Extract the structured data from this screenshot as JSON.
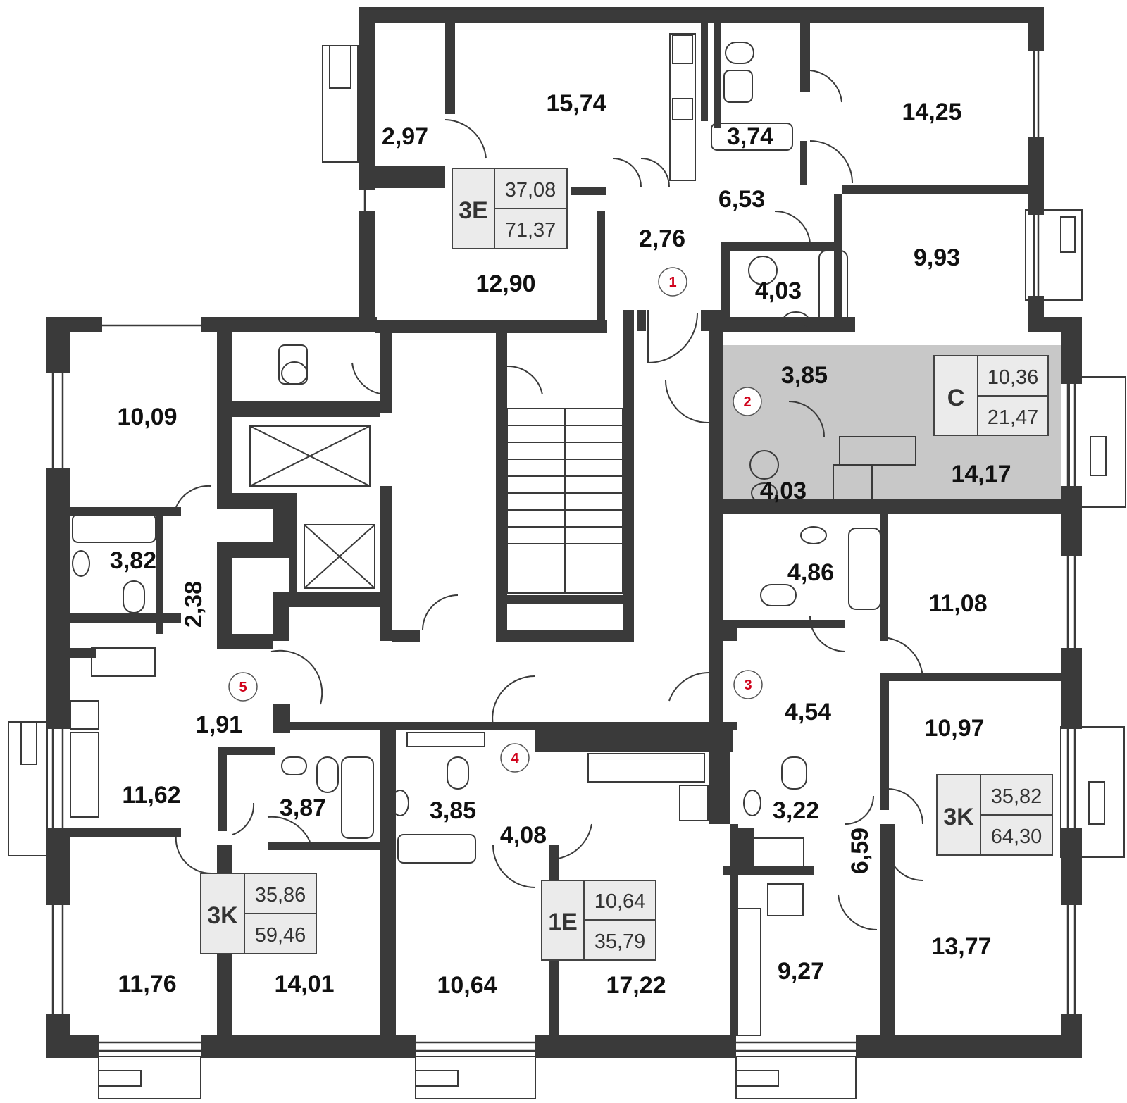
{
  "colors": {
    "wall": "#3a3a3a",
    "highlight": "#c8c8c8",
    "tag_fill": "#ebebeb",
    "marker_text": "#d0021b",
    "background": "#ffffff"
  },
  "rooms": [
    {
      "id": "r_297",
      "area": "2,97"
    },
    {
      "id": "r_1574",
      "area": "15,74"
    },
    {
      "id": "r_374",
      "area": "3,74"
    },
    {
      "id": "r_1425",
      "area": "14,25"
    },
    {
      "id": "r_653",
      "area": "6,53"
    },
    {
      "id": "r_276",
      "area": "2,76"
    },
    {
      "id": "r_1290",
      "area": "12,90"
    },
    {
      "id": "r_403a",
      "area": "4,03"
    },
    {
      "id": "r_993",
      "area": "9,93"
    },
    {
      "id": "r_385a",
      "area": "3,85"
    },
    {
      "id": "r_403b",
      "area": "4,03"
    },
    {
      "id": "r_1417",
      "area": "14,17"
    },
    {
      "id": "r_1009",
      "area": "10,09"
    },
    {
      "id": "r_382",
      "area": "3,82"
    },
    {
      "id": "r_238",
      "area": "2,38"
    },
    {
      "id": "r_486",
      "area": "4,86"
    },
    {
      "id": "r_1108",
      "area": "11,08"
    },
    {
      "id": "r_454",
      "area": "4,54"
    },
    {
      "id": "r_1097",
      "area": "10,97"
    },
    {
      "id": "r_191",
      "area": "1,91"
    },
    {
      "id": "r_1162",
      "area": "11,62"
    },
    {
      "id": "r_387",
      "area": "3,87"
    },
    {
      "id": "r_385b",
      "area": "3,85"
    },
    {
      "id": "r_408",
      "area": "4,08"
    },
    {
      "id": "r_322",
      "area": "3,22"
    },
    {
      "id": "r_659",
      "area": "6,59"
    },
    {
      "id": "r_1176",
      "area": "11,76"
    },
    {
      "id": "r_1401",
      "area": "14,01"
    },
    {
      "id": "r_1064",
      "area": "10,64"
    },
    {
      "id": "r_1722",
      "area": "17,22"
    },
    {
      "id": "r_927",
      "area": "9,27"
    },
    {
      "id": "r_1377",
      "area": "13,77"
    }
  ],
  "apartments": [
    {
      "marker": "1",
      "code": "3E",
      "living": "37,08",
      "total": "71,37"
    },
    {
      "marker": "2",
      "code": "С",
      "living": "10,36",
      "total": "21,47"
    },
    {
      "marker": "3",
      "code": "3K",
      "living": "35,82",
      "total": "64,30"
    },
    {
      "marker": "4",
      "code": "1E",
      "living": "10,64",
      "total": "35,79"
    },
    {
      "marker": "5",
      "code": "3K",
      "living": "35,86",
      "total": "59,46"
    }
  ]
}
